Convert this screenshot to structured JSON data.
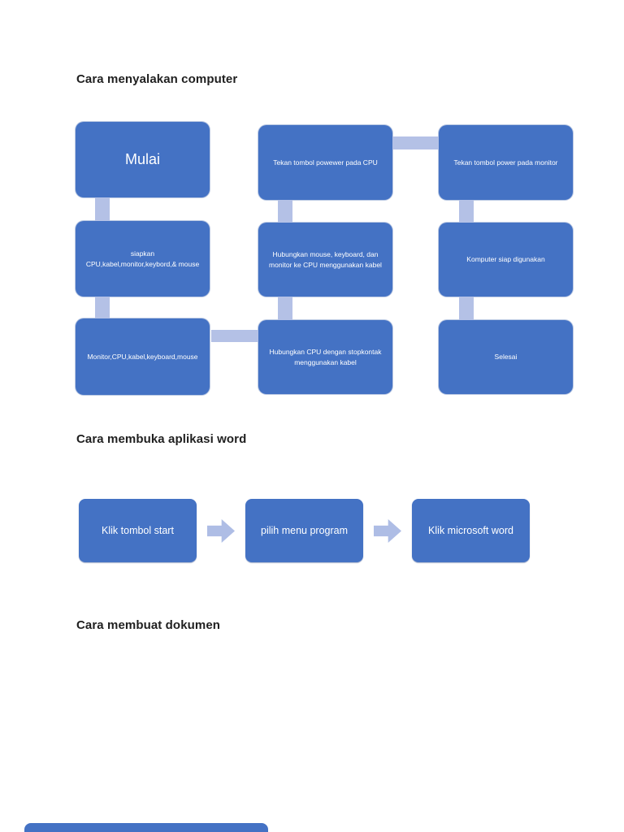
{
  "document": {
    "section1_heading": "Cara menyalakan computer",
    "section2_heading": "Cara membuka aplikasi word",
    "section3_heading": "Cara membuat dokumen"
  },
  "flowchart1": {
    "boxes": {
      "r1c1": "Mulai",
      "r1c2": "Tekan tombol powewer pada CPU",
      "r1c3": "Tekan tombol power pada monitor",
      "r2c1": "siapkan\nCPU,kabel,monitor,keybord,& mouse",
      "r2c2": "Hubungkan mouse, keyboard, dan\nmonitor ke CPU menggunakan kabel",
      "r2c3": "Komputer siap digunakan",
      "r3c1": "Monitor,CPU,kabel,keyboard,mouse",
      "r3c2": "Hubungkan CPU dengan stopkontak\nmenggunakan kabel",
      "r3c3": "Selesai"
    }
  },
  "flowchart2": {
    "steps": [
      "Klik tombol start",
      "pilih menu program",
      "Klik microsoft word"
    ]
  },
  "colors": {
    "box_blue": "#4472C4",
    "connector_blue": "#B4C1E6",
    "arrow_blue": "#AEBDE5",
    "box_text": "#FFFFFF",
    "heading_text": "#1F1F1F",
    "page_background": "#FFFFFF"
  }
}
